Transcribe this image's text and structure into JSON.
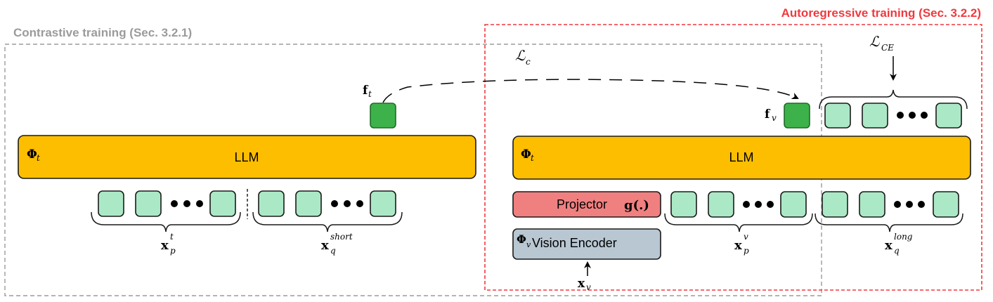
{
  "regions": {
    "contrastive": {
      "title": "Contrastive training (Sec. 3.2.1)",
      "color": "#9b9b9b"
    },
    "autoregressive": {
      "title": "Autoregressive training (Sec. 3.2.2)",
      "color": "#f0393e"
    }
  },
  "left": {
    "llm_label": "LLM",
    "phi_symbol": "Φ",
    "phi_sub": "t",
    "feature_symbol": "f",
    "feature_sub": "t",
    "group1": {
      "base": "x",
      "sub": "p",
      "sup": "t"
    },
    "group2": {
      "base": "x",
      "sub": "q",
      "sup": "short"
    }
  },
  "right": {
    "llm_label": "LLM",
    "phi_symbol": "Φ",
    "phi_sub": "t",
    "feature_symbol": "f",
    "feature_sub": "v",
    "projector_label": "Projector",
    "projector_fn": "g(.)",
    "vision_encoder_label": "Vision Encoder",
    "vision_phi_symbol": "Φ",
    "vision_phi_sub": "v",
    "input": {
      "base": "x",
      "sub": "v"
    },
    "group1": {
      "base": "x",
      "sub": "p",
      "sup": "v"
    },
    "group2": {
      "base": "x",
      "sub": "q",
      "sup": "long"
    },
    "ce_loss": {
      "base": "ℒ",
      "sub": "CE"
    }
  },
  "contrastive_loss": {
    "base": "ℒ",
    "sub": "c"
  },
  "colors": {
    "llm": "#fdbe00",
    "token": "#abe9c6",
    "feature": "#3db24a",
    "projector": "#f08080",
    "vision_encoder": "#b8c7d2"
  }
}
